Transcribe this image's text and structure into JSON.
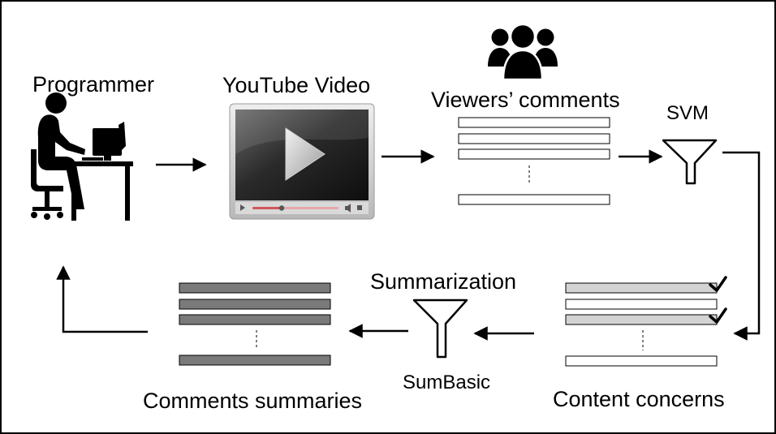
{
  "nodes": {
    "programmer": "Programmer",
    "video": "YouTube Video",
    "comments": "Viewers’ comments",
    "svm": "SVM",
    "content": "Content concerns",
    "summarization": "Summarization",
    "sumbasic": "SumBasic",
    "summaries": "Comments summaries"
  },
  "icons": [
    "programmer-icon",
    "video-player-icon",
    "group-icon",
    "filter-icon",
    "checkmark-icon"
  ],
  "colors": {
    "ink": "#000000",
    "filled_row": "#d3d3d3",
    "summary_row": "#7a7a7a",
    "seek_bar": "#d2555a"
  }
}
